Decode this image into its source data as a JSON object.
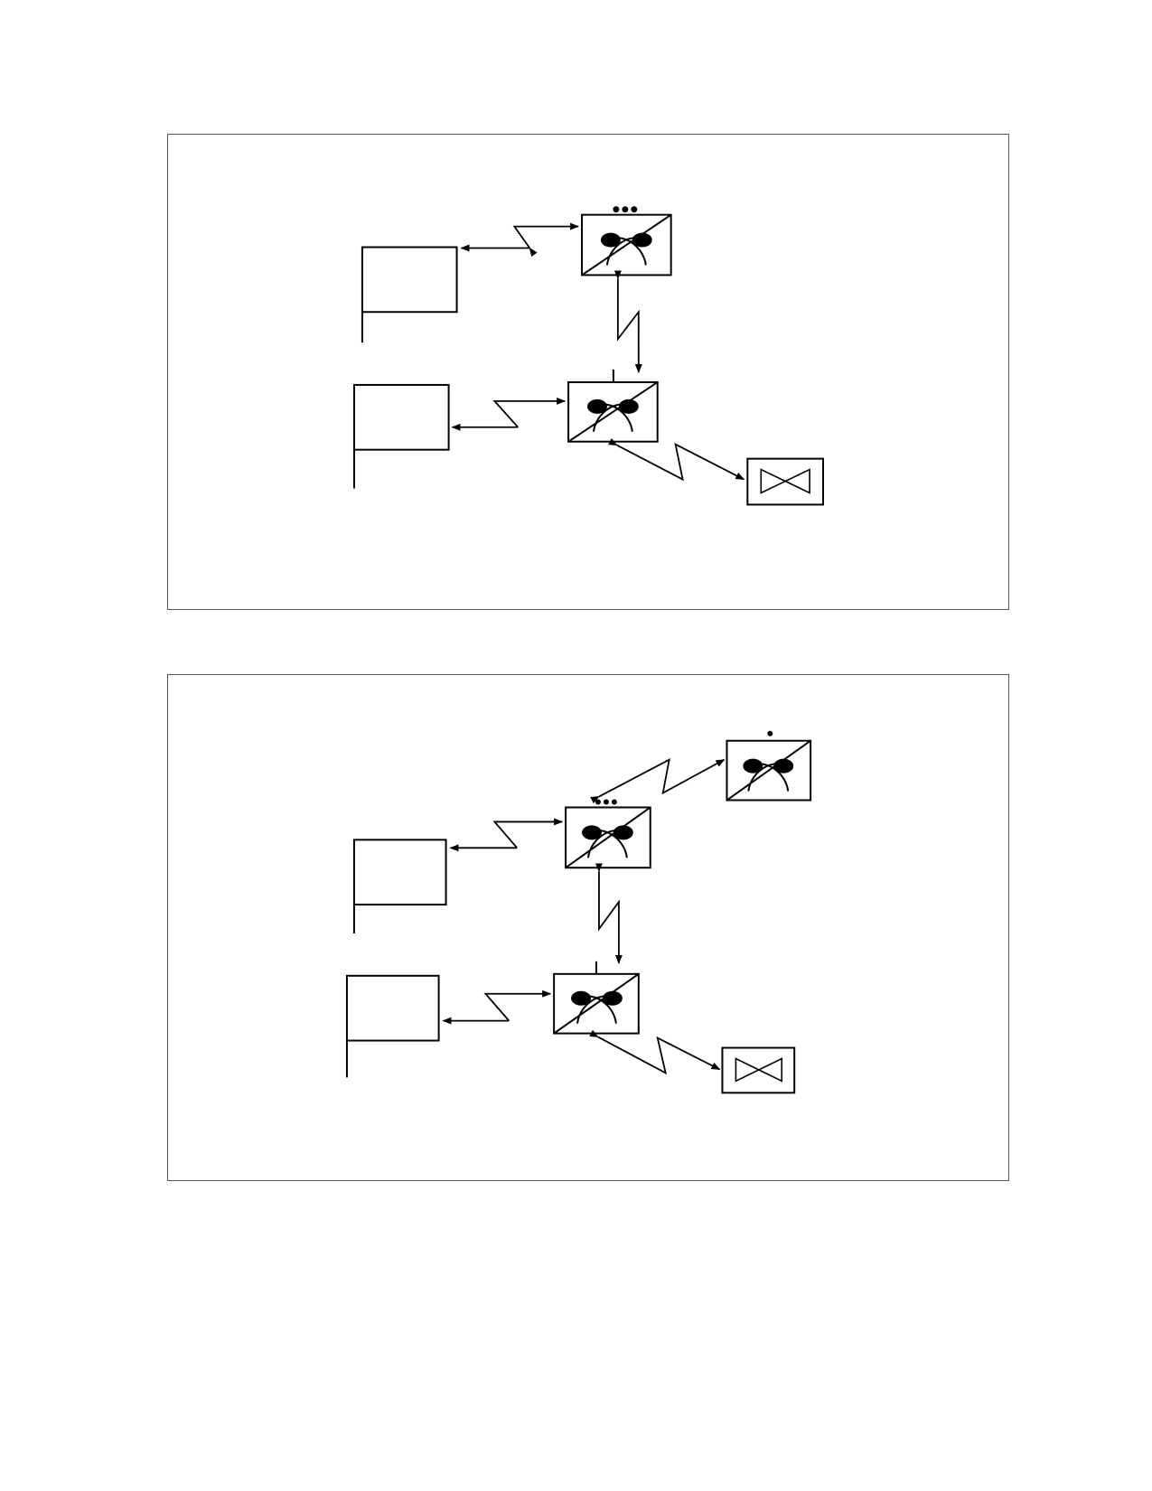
{
  "figures": [
    {
      "id": "figure-1",
      "nodes": [
        {
          "name": "hq-unit-upper",
          "kind": "signal-unit",
          "echelon_dots": 3
        },
        {
          "name": "hq-unit-lower",
          "kind": "signal-unit",
          "echelon_mark": "tick"
        },
        {
          "name": "flag-upper",
          "kind": "flag"
        },
        {
          "name": "flag-lower",
          "kind": "flag"
        },
        {
          "name": "bowtie-unit",
          "kind": "bowtie"
        }
      ],
      "links": [
        {
          "from": "flag-upper",
          "to": "hq-unit-upper",
          "type": "radio-bidirectional"
        },
        {
          "from": "hq-unit-upper",
          "to": "hq-unit-lower",
          "type": "radio-bidirectional"
        },
        {
          "from": "flag-lower",
          "to": "hq-unit-lower",
          "type": "radio-bidirectional"
        },
        {
          "from": "hq-unit-lower",
          "to": "bowtie-unit",
          "type": "radio-bidirectional"
        }
      ]
    },
    {
      "id": "figure-2",
      "nodes": [
        {
          "name": "hq-unit-remote",
          "kind": "signal-unit",
          "echelon_dots": 1
        },
        {
          "name": "hq-unit-upper",
          "kind": "signal-unit",
          "echelon_dots": 3
        },
        {
          "name": "hq-unit-lower",
          "kind": "signal-unit",
          "echelon_mark": "tick"
        },
        {
          "name": "flag-upper",
          "kind": "flag"
        },
        {
          "name": "flag-lower",
          "kind": "flag"
        },
        {
          "name": "bowtie-unit",
          "kind": "bowtie"
        }
      ],
      "links": [
        {
          "from": "hq-unit-remote",
          "to": "hq-unit-upper",
          "type": "radio-bidirectional"
        },
        {
          "from": "flag-upper",
          "to": "hq-unit-upper",
          "type": "radio-bidirectional"
        },
        {
          "from": "hq-unit-upper",
          "to": "hq-unit-lower",
          "type": "radio-bidirectional"
        },
        {
          "from": "flag-lower",
          "to": "hq-unit-lower",
          "type": "radio-bidirectional"
        },
        {
          "from": "hq-unit-lower",
          "to": "bowtie-unit",
          "type": "radio-bidirectional"
        }
      ]
    }
  ],
  "colors": {
    "ink": "#000000",
    "frame": "#555555",
    "background": "#ffffff"
  }
}
